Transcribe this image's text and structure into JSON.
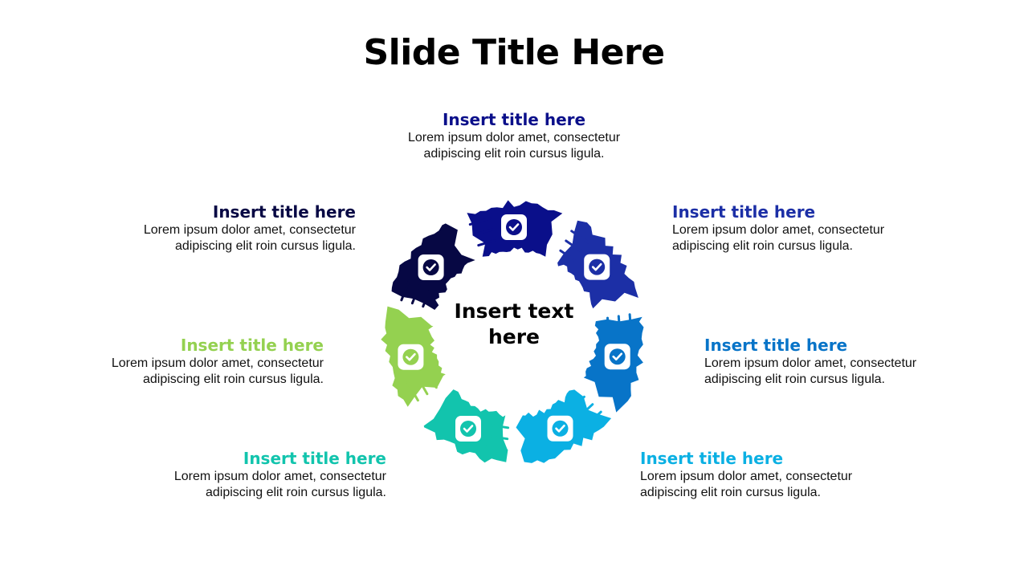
{
  "slide": {
    "title": "Slide Title Here"
  },
  "center_text": "Insert text here",
  "segments": [
    {
      "title": "Insert title here",
      "desc": "Lorem ipsum dolor amet, consectetur adipiscing elit roin cursus ligula.",
      "color": "#0a0f8a",
      "icon": "check-icon"
    },
    {
      "title": "Insert title here",
      "desc": "Lorem ipsum dolor amet, consectetur adipiscing elit roin cursus ligula.",
      "color": "#1c2fa6",
      "icon": "check-icon"
    },
    {
      "title": "Insert title here",
      "desc": "Lorem ipsum dolor amet, consectetur adipiscing elit roin cursus ligula.",
      "color": "#0874c8",
      "icon": "check-icon"
    },
    {
      "title": "Insert title here",
      "desc": "Lorem ipsum dolor amet, consectetur adipiscing elit roin cursus ligula.",
      "color": "#0bb0e3",
      "icon": "check-icon"
    },
    {
      "title": "Insert title here",
      "desc": "Lorem ipsum dolor amet, consectetur adipiscing elit roin cursus ligula.",
      "color": "#12c4ad",
      "icon": "check-icon"
    },
    {
      "title": "Insert title here",
      "desc": "Lorem ipsum dolor amet, consectetur adipiscing elit roin cursus ligula.",
      "color": "#94d150",
      "icon": "check-icon"
    },
    {
      "title": "Insert title here",
      "desc": "Lorem ipsum dolor amet, consectetur adipiscing elit roin cursus ligula.",
      "color": "#070844",
      "icon": "check-icon"
    }
  ]
}
